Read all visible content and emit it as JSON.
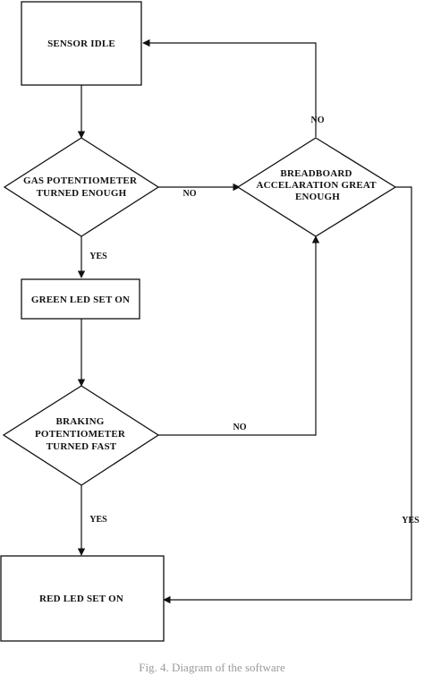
{
  "nodes": {
    "sensor_idle": {
      "lines": [
        "SENSOR IDLE"
      ]
    },
    "gas_check": {
      "lines": [
        "GAS POTENTIOMETER",
        "TURNED ENOUGH"
      ]
    },
    "accel_check": {
      "lines": [
        "BREADBOARD",
        "ACCELARATION GREAT",
        "ENOUGH"
      ]
    },
    "green_led": {
      "lines": [
        "GREEN LED SET ON"
      ]
    },
    "brake_check": {
      "lines": [
        "BRAKING",
        "POTENTIOMETER",
        "TURNED FAST"
      ]
    },
    "red_led": {
      "lines": [
        "RED LED SET ON"
      ]
    }
  },
  "edges": {
    "gas_no": "NO",
    "gas_yes": "YES",
    "accel_no": "NO",
    "brake_no": "NO",
    "brake_yes": "YES",
    "accel_yes": "YES"
  },
  "caption": "Fig. 4. Diagram of the software"
}
